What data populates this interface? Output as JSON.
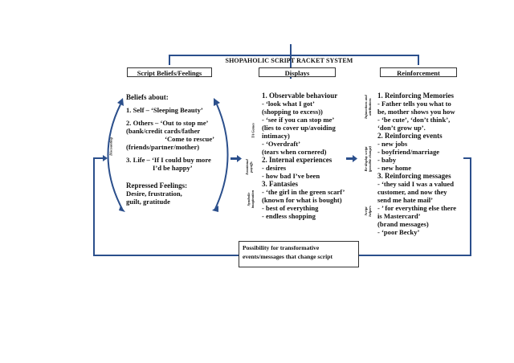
{
  "diagram": {
    "title": "SHOPAHOLIC SCRIPT RACKET SYSTEM",
    "headers": {
      "beliefs": "Script Beliefs/Feelings",
      "displays": "Displays",
      "reinforcement": "Reinforcement"
    },
    "beliefs": {
      "heading": "Beliefs about:",
      "self": "1. Self – ‘Sleeping Beauty’",
      "others_1": "2. Others – ‘Out to stop me’",
      "others_2": "(bank/credit cards/father",
      "others_3": "‘Come to rescue’",
      "others_4": "(friends/partner/mother)",
      "life_1": "3. Life – ‘If I could buy more",
      "life_2": "I’d be happy’",
      "repressed_heading": "Repressed Feelings:",
      "repressed_1": "Desire, frustration,",
      "repressed_2": "guilt, gratitude",
      "side_label": "Discounting"
    },
    "displays": {
      "observable_heading": "1. Observable behaviour",
      "observable_items": [
        "- ‘look what I got’",
        "(shopping to excess))",
        "- ‘see if you can stop me’",
        "(lies to cover up/avoiding",
        "intimacy)",
        "- ‘Overdraft’",
        "(tears when cornered)"
      ],
      "internal_heading": "2. Internal experiences",
      "internal_items": [
        "- desires",
        "- how bad I’ve been"
      ],
      "fantasies_heading": "3. Fantasies",
      "fantasies_items": [
        "- ‘the girl in the  green scarf’",
        "(known for what is bought)",
        "- best of everything",
        "- endless shopping"
      ],
      "side_labels": {
        "games": "TA Games",
        "payoffs_1": "Emotional",
        "payoffs_2": "payoffs",
        "imagination_1": "Symbolic",
        "imagination_2": "imagination"
      }
    },
    "reinforcement": {
      "memories_heading": "1. Reinforcing Memories",
      "memories_items": [
        "- Father tells you what to",
        "be, mother shows you how",
        "- ‘be cute’, ‘don’t think’,",
        "‘don’t grow up’."
      ],
      "events_heading": "2. Reinforcing events",
      "events_items": [
        "- new jobs",
        "- boyfriend/marriage",
        "- baby",
        "- new home"
      ],
      "messages_heading": "3. Reinforcing messages",
      "messages_items": [
        "- ‘they said I was a valued",
        "customer, and now they",
        "send me hate mail’",
        "- ’ for everything else there",
        "is Mastercard’",
        "(brand messages)",
        "- ‘poor Becky’"
      ],
      "side_labels": {
        "injunctions_1": "Injunctions and",
        "injunctions_2": "attributions",
        "redisplay_1": "Re-display script",
        "redisplay_2": "(possible change)",
        "helpers_1": "Script",
        "helpers_2": "helpers"
      }
    },
    "feedback_box": {
      "line_1": "Possibility for transformative",
      "line_2": "events/messages that change script"
    },
    "colors": {
      "connector": "#2b4f8c",
      "border": "#333333"
    }
  }
}
